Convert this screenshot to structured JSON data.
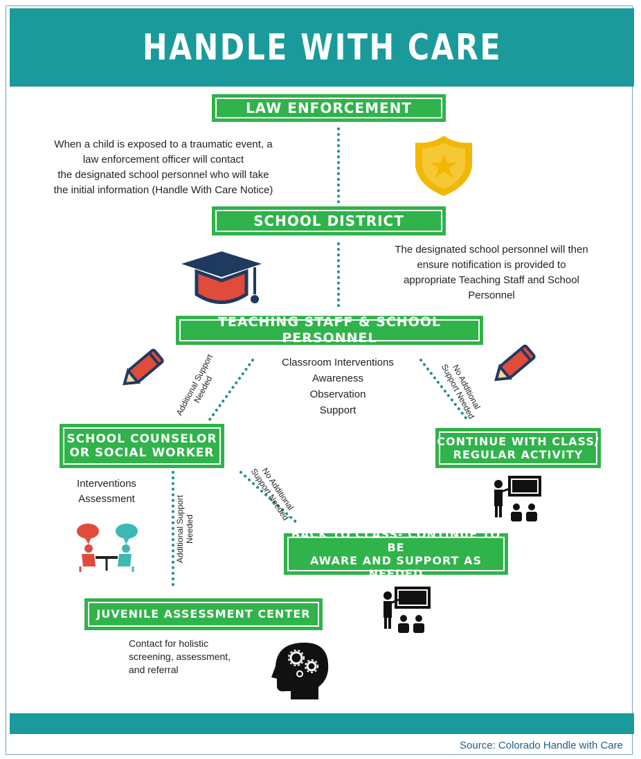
{
  "title": "HANDLE WITH CARE",
  "source": "Source: Colorado Handle with Care",
  "boxes": {
    "law": "LAW ENFORCEMENT",
    "district": "SCHOOL DISTRICT",
    "teaching": "TEACHING STAFF & SCHOOL PERSONNEL",
    "counselor_1": "SCHOOL COUNSELOR",
    "counselor_2": "OR SOCIAL WORKER",
    "continue_1": "CONTINUE WITH CLASS/",
    "continue_2": "REGULAR ACTIVITY",
    "back_1": "BACK TO CLASS- CONTINUE TO BE",
    "back_2": "AWARE AND SUPPORT AS NEEDED",
    "juvenile": "JUVENILE ASSESSMENT CENTER"
  },
  "descriptions": {
    "law_1": "When a child is exposed to a traumatic event, a",
    "law_2": "law enforcement officer will contact",
    "law_3": "the designated school personnel who will take",
    "law_4": "the initial information (Handle With Care Notice)",
    "district_1": "The designated school personnel will then",
    "district_2": "ensure notification is provided to",
    "district_3": "appropriate Teaching Staff and School",
    "district_4": "Personnel",
    "class_1": "Classroom Interventions",
    "class_2": "Awareness",
    "class_3": "Observation",
    "class_4": "Support",
    "counselor_1": "Interventions",
    "counselor_2": "Assessment",
    "juvenile_1": "Contact for holistic",
    "juvenile_2": "screening, assessment,",
    "juvenile_3": "and referral"
  },
  "edge_labels": {
    "additional_1": "Additional Support",
    "additional_2": "Needed",
    "no_additional_1": "No Additional",
    "no_additional_2": "Support Needed"
  },
  "icons": [
    "police-badge-icon",
    "graduation-cap-icon",
    "pencil-icon",
    "conversation-icon",
    "classroom-teacher-icon",
    "gears-head-icon"
  ],
  "colors": {
    "teal": "#1a9a9a",
    "green": "#2fb34a",
    "dots": "#1a8f8f",
    "gold": "#f2b705",
    "red": "#e04b3a",
    "navy": "#1f3a5f"
  }
}
